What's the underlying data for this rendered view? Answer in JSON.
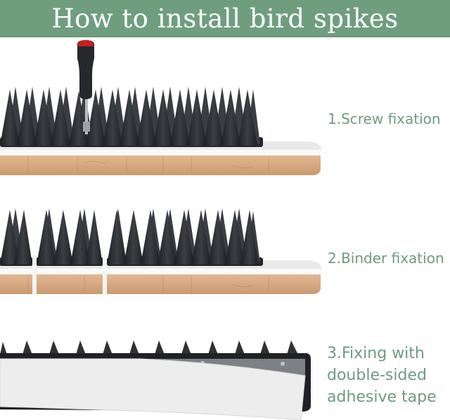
{
  "header": {
    "title": "How to install bird spikes",
    "background_color": "#6f9e7f",
    "text_color": "#ffffff"
  },
  "steps": [
    {
      "number": 1,
      "label": "1.Screw fixation",
      "illustration": "spike-strip-with-screwdriver-on-wooden-ledge"
    },
    {
      "number": 2,
      "label": "2.Binder fixation",
      "illustration": "spike-strips-with-cable-ties-on-wooden-ledge"
    },
    {
      "number": 3,
      "label_lines": [
        "3.Fixing with",
        "double-sided",
        "adhesive tape"
      ],
      "illustration": "spike-strip-with-peeling-adhesive-backing"
    }
  ],
  "colors": {
    "label_text": "#6f9a83",
    "spike": "#2a2c30",
    "wood": "#d7aa82",
    "ledge_top": "#ececec"
  }
}
